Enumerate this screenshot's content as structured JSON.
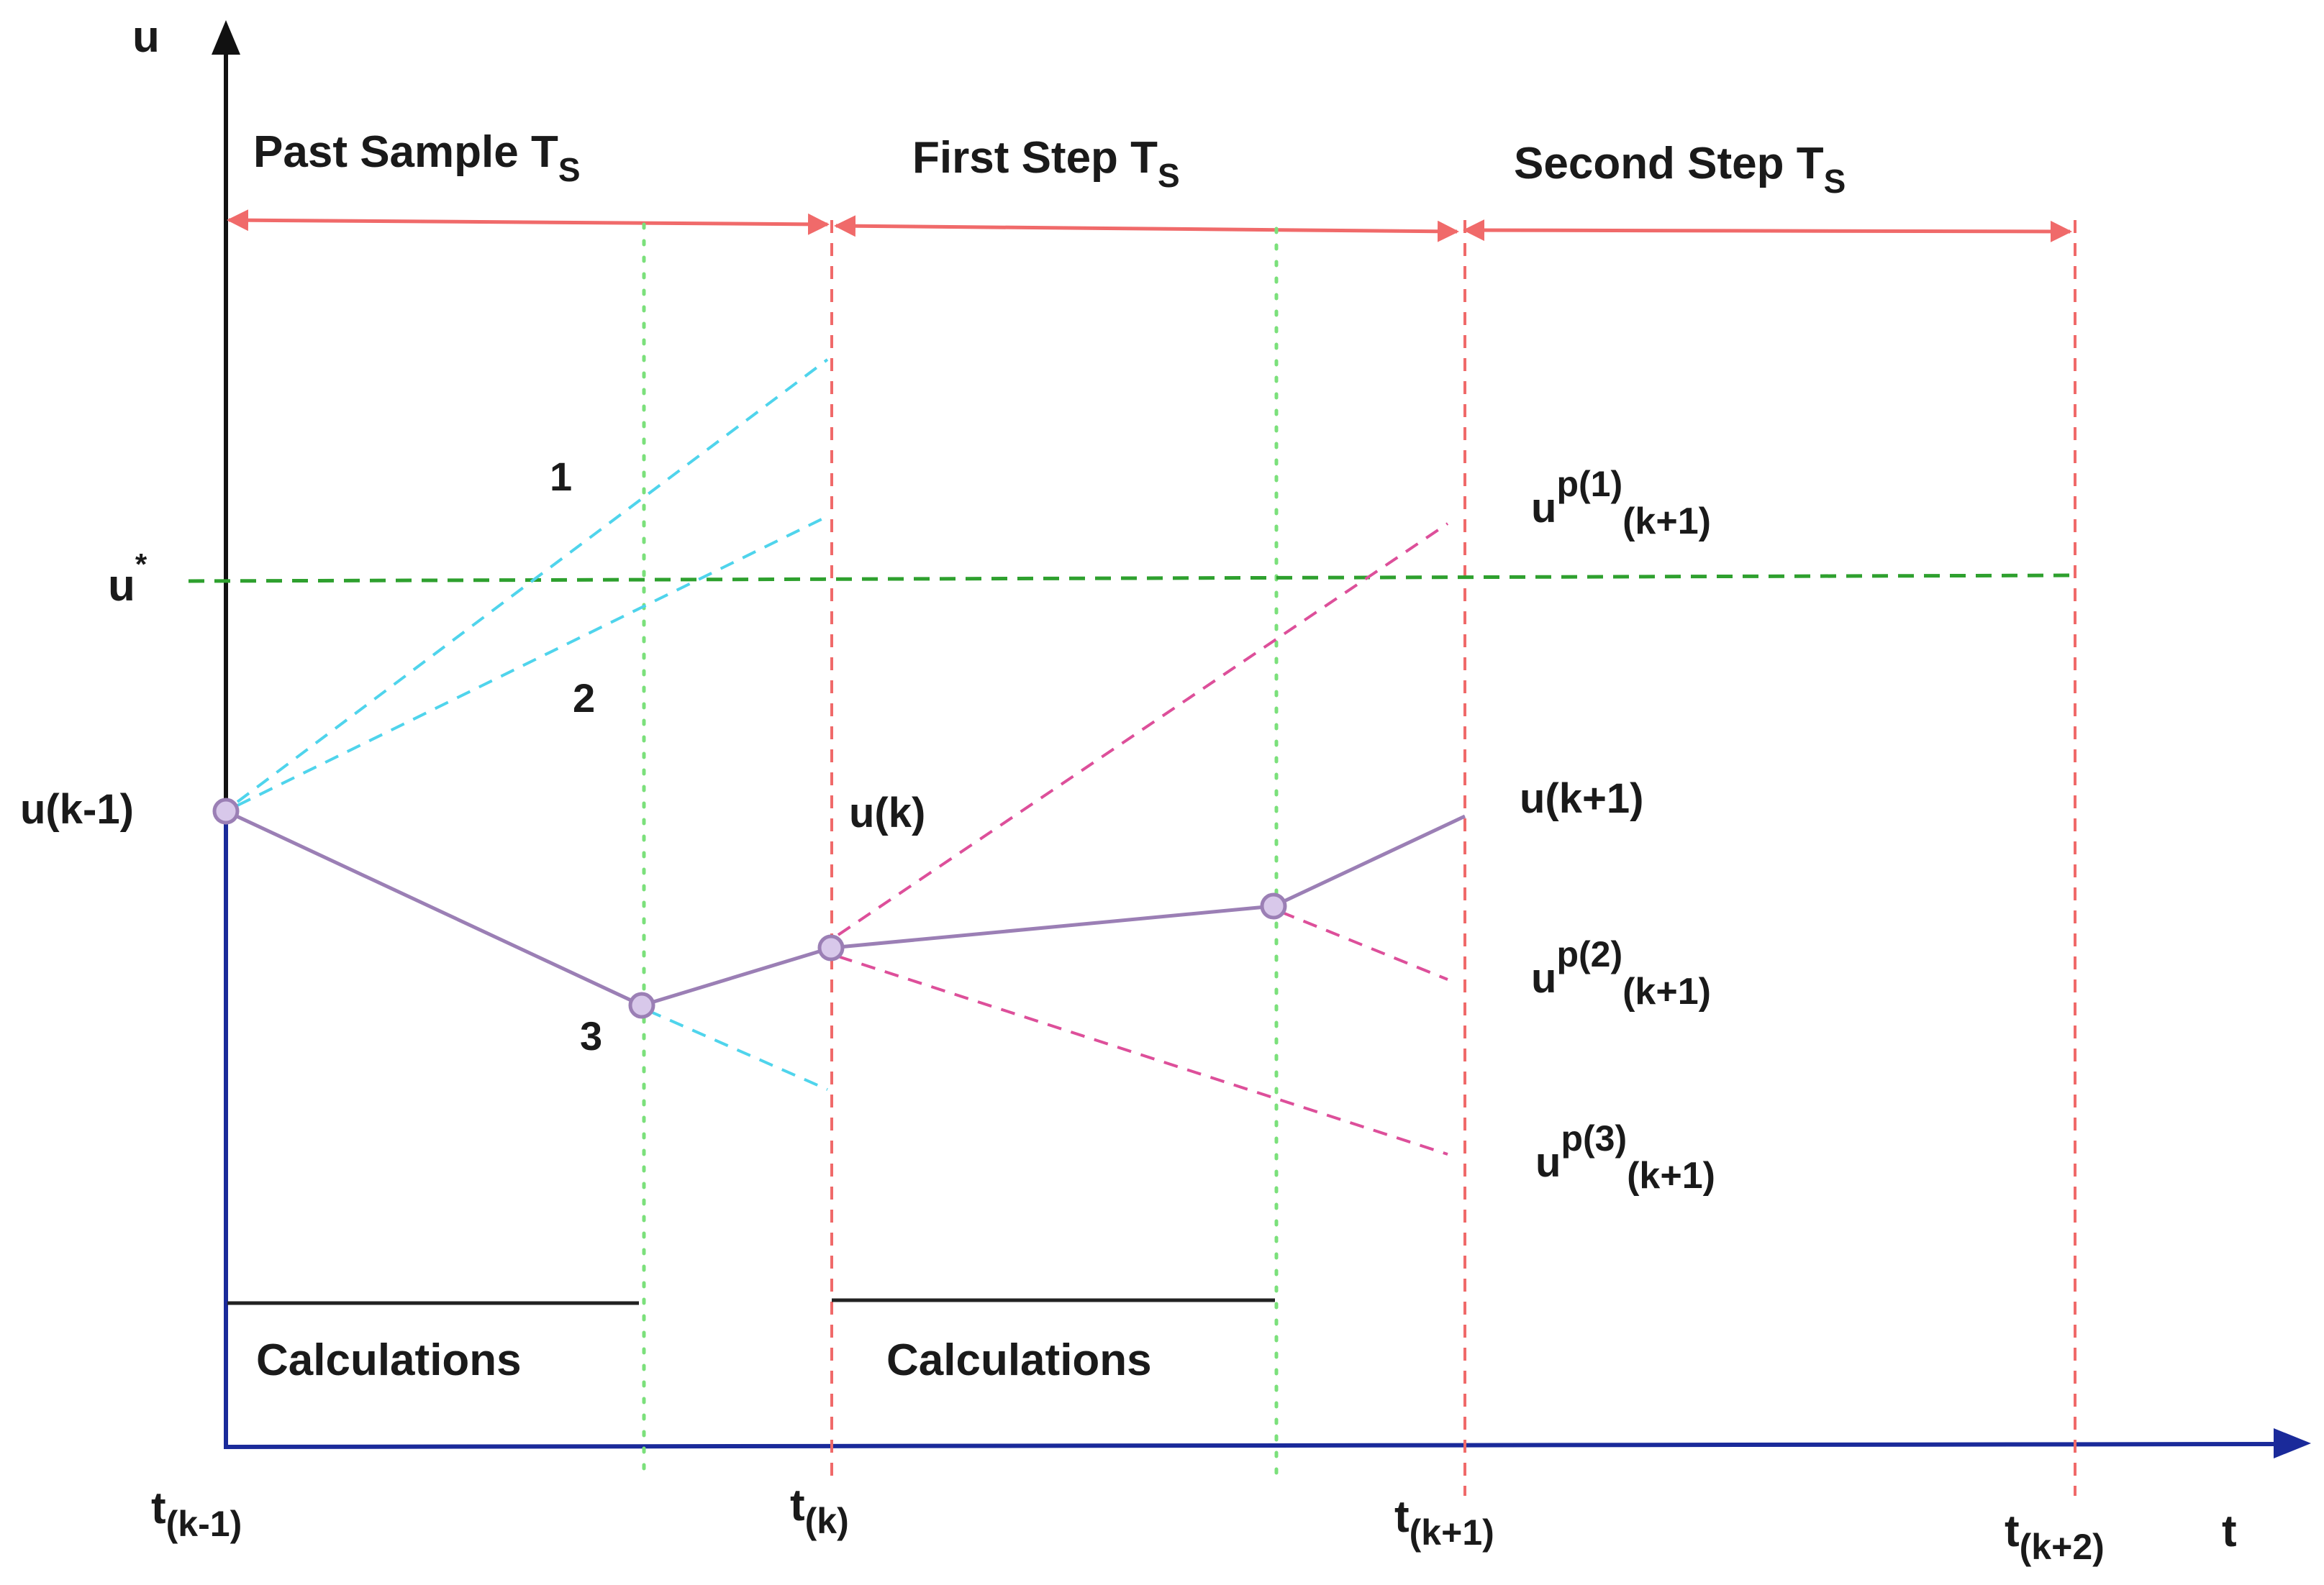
{
  "axes": {
    "y_label": "u",
    "x_label": "t",
    "u_star_base": "u",
    "u_star_sup": "*"
  },
  "periods": [
    {
      "main": "Past Sample T",
      "sub": "S"
    },
    {
      "main": "First Step T",
      "sub": "S"
    },
    {
      "main": "Second Step T",
      "sub": "S"
    }
  ],
  "time_ticks": [
    {
      "base": "t",
      "sub": "(k-1)"
    },
    {
      "base": "t",
      "sub": "(k)"
    },
    {
      "base": "t",
      "sub": "(k+1)"
    },
    {
      "base": "t",
      "sub": "(k+2)"
    }
  ],
  "values": {
    "u_km1": "u(k-1)",
    "u_k": "u(k)",
    "u_kp1": "u(k+1)"
  },
  "predictions": [
    {
      "base": "u",
      "sup": "p(1)",
      "sub": "(k+1)"
    },
    {
      "base": "u",
      "sup": "p(2)",
      "sub": "(k+1)"
    },
    {
      "base": "u",
      "sup": "p(3)",
      "sub": "(k+1)"
    }
  ],
  "path_numbers": [
    "1",
    "2",
    "3"
  ],
  "calculations": [
    "Calculations",
    "Calculations"
  ],
  "colors": {
    "period_arrow": "#f06a6a",
    "sample_line": "#f06a6a",
    "calc_end_line": "#7be07b",
    "setpoint_line": "#2ea02e",
    "cyan_dash": "#4fd4ec",
    "magenta_dash": "#dd4f9a",
    "trajectory": "#9b7fb5",
    "marker_fill": "#d8c8ea",
    "axis_blue": "#1a2a9a",
    "axis_black": "#111111"
  }
}
